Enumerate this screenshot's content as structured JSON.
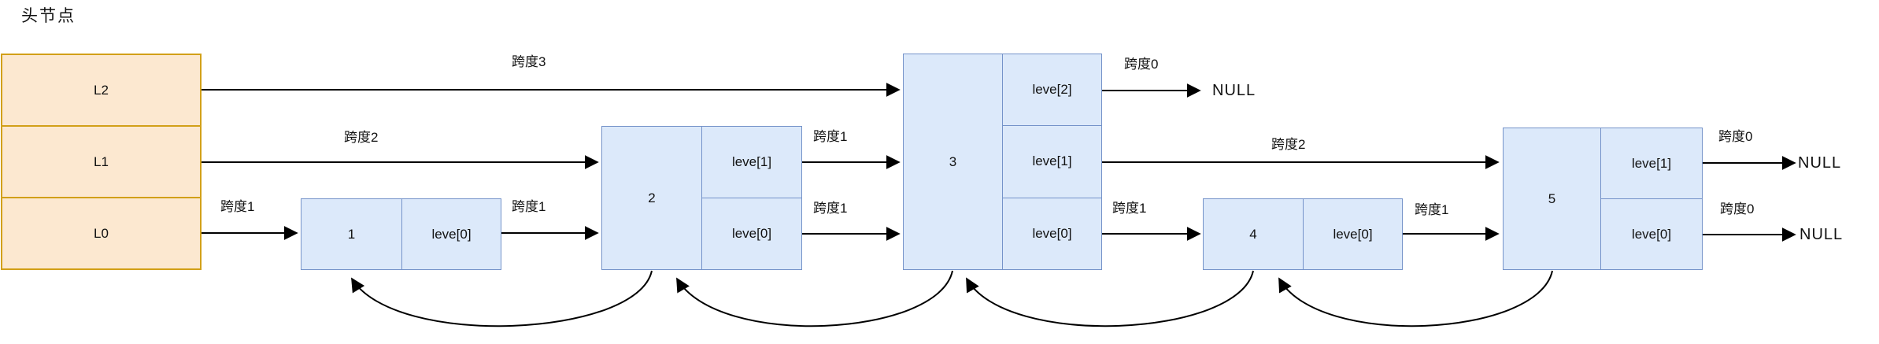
{
  "title": "头节点",
  "header": {
    "rows": [
      "L2",
      "L1",
      "L0"
    ]
  },
  "nodes": [
    {
      "value": "1",
      "pointers": [
        "leve[0]"
      ]
    },
    {
      "value": "2",
      "pointers": [
        "leve[1]",
        "leve[0]"
      ]
    },
    {
      "value": "3",
      "pointers": [
        "leve[2]",
        "leve[1]",
        "leve[0]"
      ]
    },
    {
      "value": "4",
      "pointers": [
        "leve[0]"
      ]
    },
    {
      "value": "5",
      "pointers": [
        "leve[1]",
        "leve[0]"
      ]
    }
  ],
  "arrow_labels": {
    "l2_to_n3": "跨度3",
    "l1_to_n2": "跨度2",
    "l0_to_n1": "跨度1",
    "n1_to_n2": "跨度1",
    "n2_to_n3_lv1": "跨度1",
    "n2_to_n3_lv0": "跨度1",
    "n3_lv2_to_null": "跨度0",
    "n3_to_n5_lv1": "跨度2",
    "n3_to_n4_lv0": "跨度1",
    "n4_to_n5": "跨度1",
    "n5_lv1_to_null": "跨度0",
    "n5_lv0_to_null": "跨度0"
  },
  "null_labels": [
    "NULL",
    "NULL",
    "NULL"
  ],
  "colors": {
    "header_fill": "#FCE8D0",
    "header_stroke": "#D2A018",
    "node_fill": "#DCE9FA",
    "node_stroke": "#7593C9",
    "line_color": "#000000",
    "text_color": "#111111",
    "bg_color": "#FFFFFF"
  }
}
